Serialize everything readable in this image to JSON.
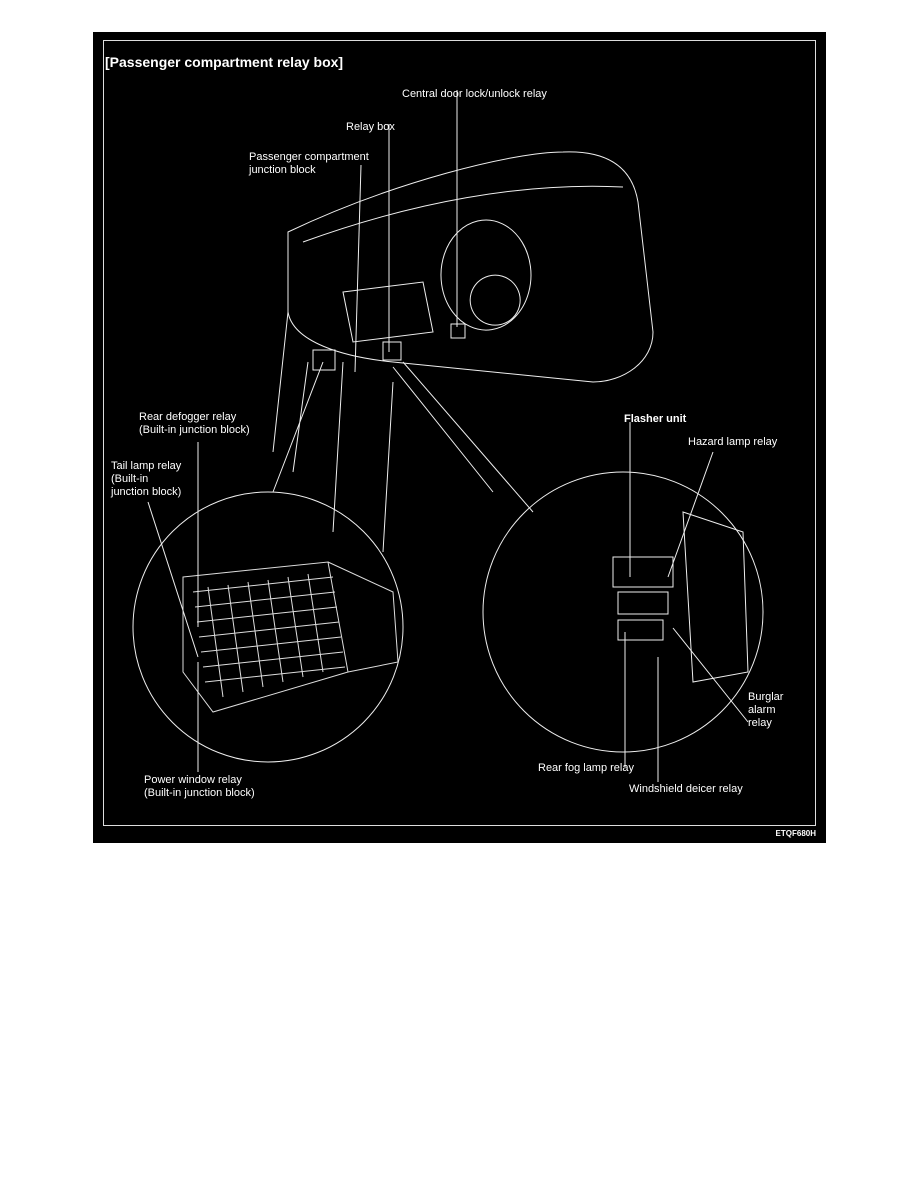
{
  "title": "[Passenger compartment relay box]",
  "figure_code": "ETQF680H",
  "labels": {
    "central_door_lock": "Central door lock/unlock relay",
    "relay_box": "Relay box",
    "junction_block": "Passenger compartment\njunction block",
    "rear_defogger": "Rear defogger relay\n(Built-in junction block)",
    "tail_lamp": "Tail lamp relay\n(Built-in\njunction block)",
    "power_window": "Power window relay\n(Built-in junction block)",
    "flasher_unit": "Flasher unit",
    "hazard_lamp": "Hazard lamp relay",
    "burglar_alarm": "Burglar\nalarm\nrelay",
    "rear_fog": "Rear fog lamp relay",
    "windshield_deicer": "Windshield deicer relay"
  }
}
